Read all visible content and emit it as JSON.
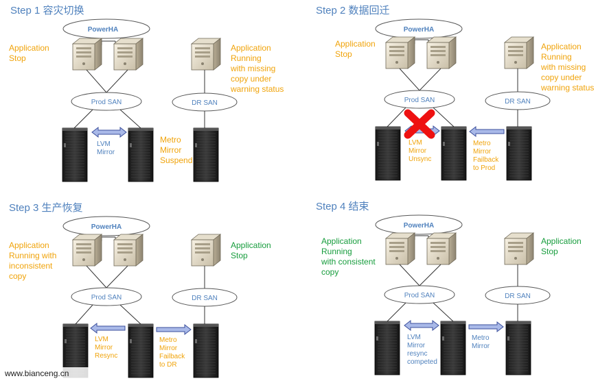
{
  "colors": {
    "title": "#4f81bd",
    "orange": "#f0a30a",
    "green": "#169c3c",
    "blue_label": "#4f81bd",
    "arrow_fill": "#a9b9e8",
    "arrow_stroke": "#3b4f9c",
    "fail_x": "#ee1111"
  },
  "icons": {
    "server": "server-icon",
    "storage": "storage-rack-icon",
    "arrow": "double-arrow-icon",
    "fail": "red-x-icon"
  },
  "step1": {
    "title": "Step 1 容灾切换",
    "powerha": "PowerHA",
    "prod_san": "Prod SAN",
    "dr_san": "DR SAN",
    "left_status": [
      "Application",
      "Stop"
    ],
    "right_status": [
      "Application",
      "Running",
      " with missing",
      "copy under",
      "warning  status"
    ],
    "lvm": [
      "LVM",
      "Mirror"
    ],
    "metro": [
      "Metro",
      "Mirror",
      "Suspend"
    ]
  },
  "step2": {
    "title": "Step 2 数据回迁",
    "powerha": "PowerHA",
    "prod_san": "Prod SAN",
    "dr_san": "DR SAN",
    "left_status": [
      "Application",
      "Stop"
    ],
    "right_status": [
      "Application",
      "Running",
      " with missing",
      "copy under",
      "warning  status"
    ],
    "lvm": [
      "LVM",
      "Mirror",
      "Unsync"
    ],
    "metro": [
      "Metro",
      "Mirror",
      "Failback",
      "to Prod"
    ]
  },
  "step3": {
    "title": "Step 3 生产恢复",
    "powerha": "PowerHA",
    "prod_san": "Prod SAN",
    "dr_san": "DR SAN",
    "left_status": [
      "Application",
      "Running with",
      "inconsistent",
      "copy"
    ],
    "right_status": [
      "Application",
      "Stop"
    ],
    "lvm": [
      "LVM",
      "Mirror",
      "Resync"
    ],
    "metro": [
      "Metro",
      "Mirror",
      "Failback",
      "to DR"
    ]
  },
  "step4": {
    "title": "Step 4 结束",
    "powerha": "PowerHA",
    "prod_san": "Prod SAN",
    "dr_san": "DR SAN",
    "left_status": [
      "Application",
      "Running",
      "with consistent",
      "copy"
    ],
    "right_status": [
      "Application",
      "Stop"
    ],
    "lvm": [
      "LVM",
      "Mirror",
      "resync",
      "competed"
    ],
    "metro": [
      "Metro",
      "Mirror"
    ]
  },
  "watermark": "www.bianceng.cn"
}
